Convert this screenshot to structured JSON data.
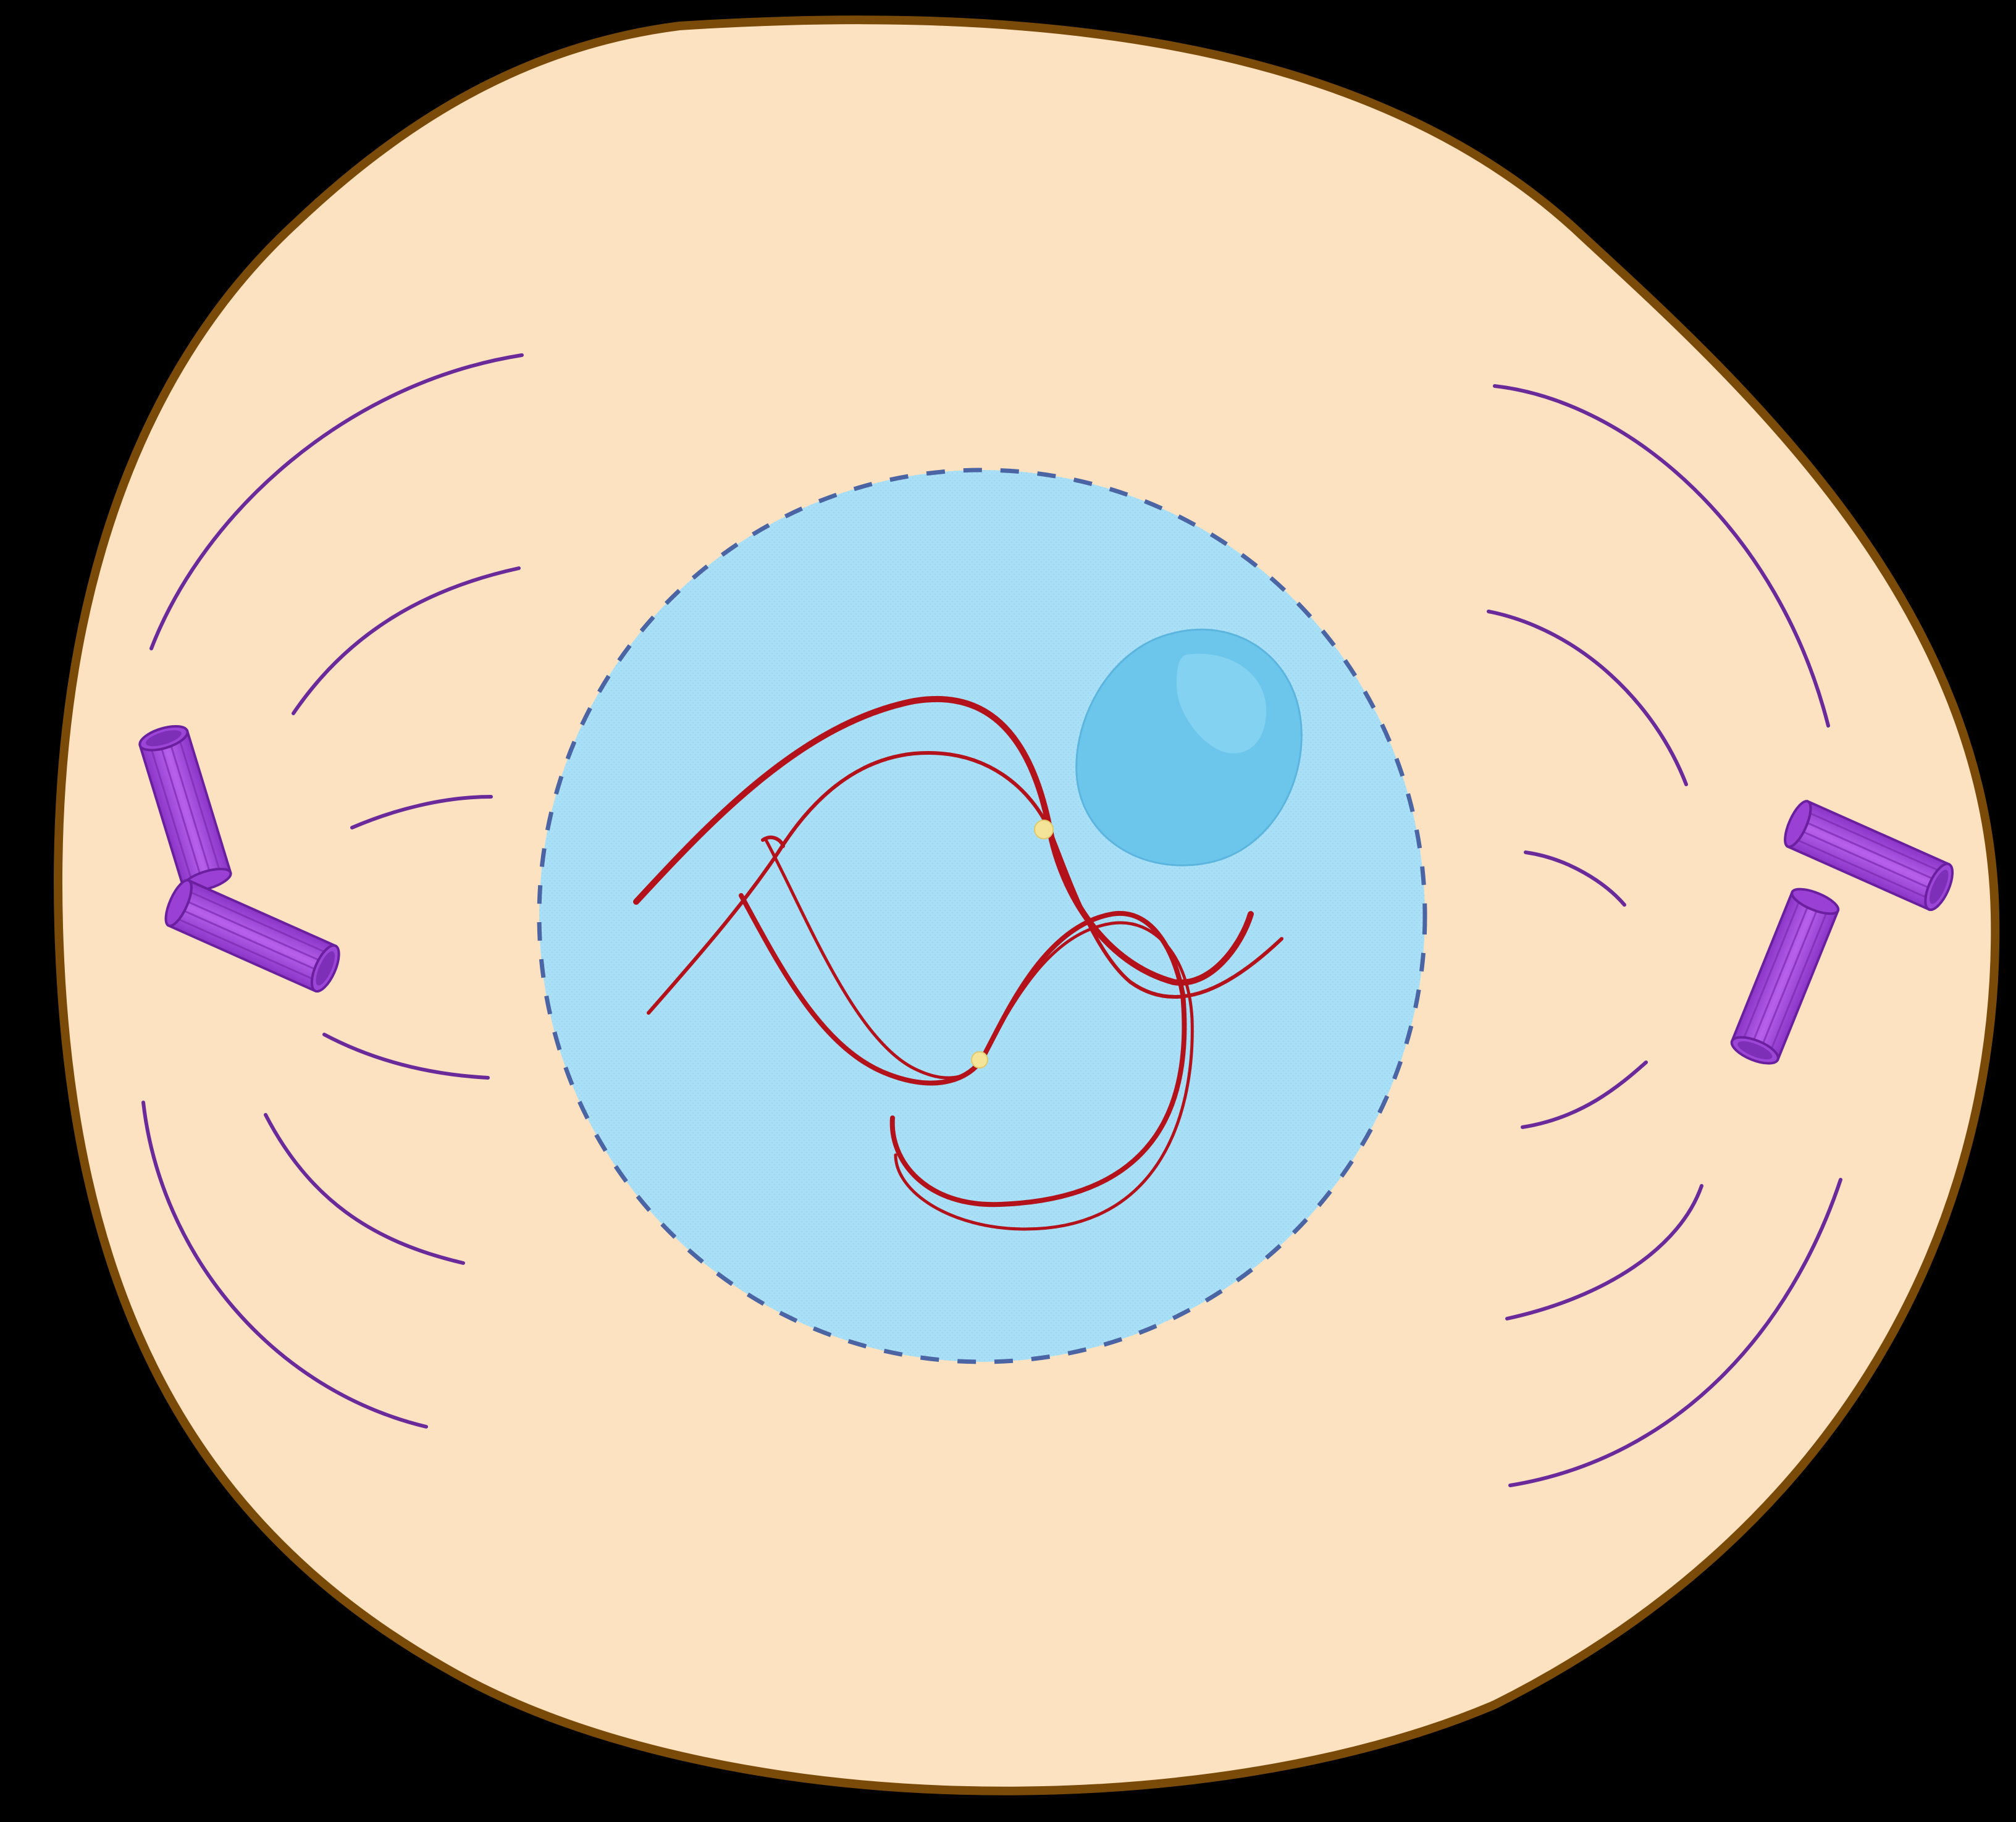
{
  "diagram": {
    "subject": "prophase cell",
    "colors": {
      "background": "#000000",
      "cytoplasm": "#fde2c2",
      "cell_membrane": "#7a4a08",
      "nucleus": "#a9e0f7",
      "nuclear_envelope": "#4a64a4",
      "nucleolus": "#6cc6ec",
      "nucleolus_highlight": "#8ad4f2",
      "chromosome": "#b3121b",
      "centromere": "#f3e49a",
      "centriole": "#a94de0",
      "centriole_dark": "#6a1f9e",
      "spindle_fiber": "#6a2a9a"
    },
    "parts": {
      "cell_membrane": "cell-membrane",
      "cytoplasm": "cytoplasm",
      "nucleus": "nucleus",
      "nuclear_envelope": "nuclear-envelope",
      "nucleolus": "nucleolus",
      "chromosomes": "chromosome",
      "centromeres": "centromere",
      "centrioles": "centriole",
      "spindle_fibers": "spindle-fiber"
    }
  }
}
